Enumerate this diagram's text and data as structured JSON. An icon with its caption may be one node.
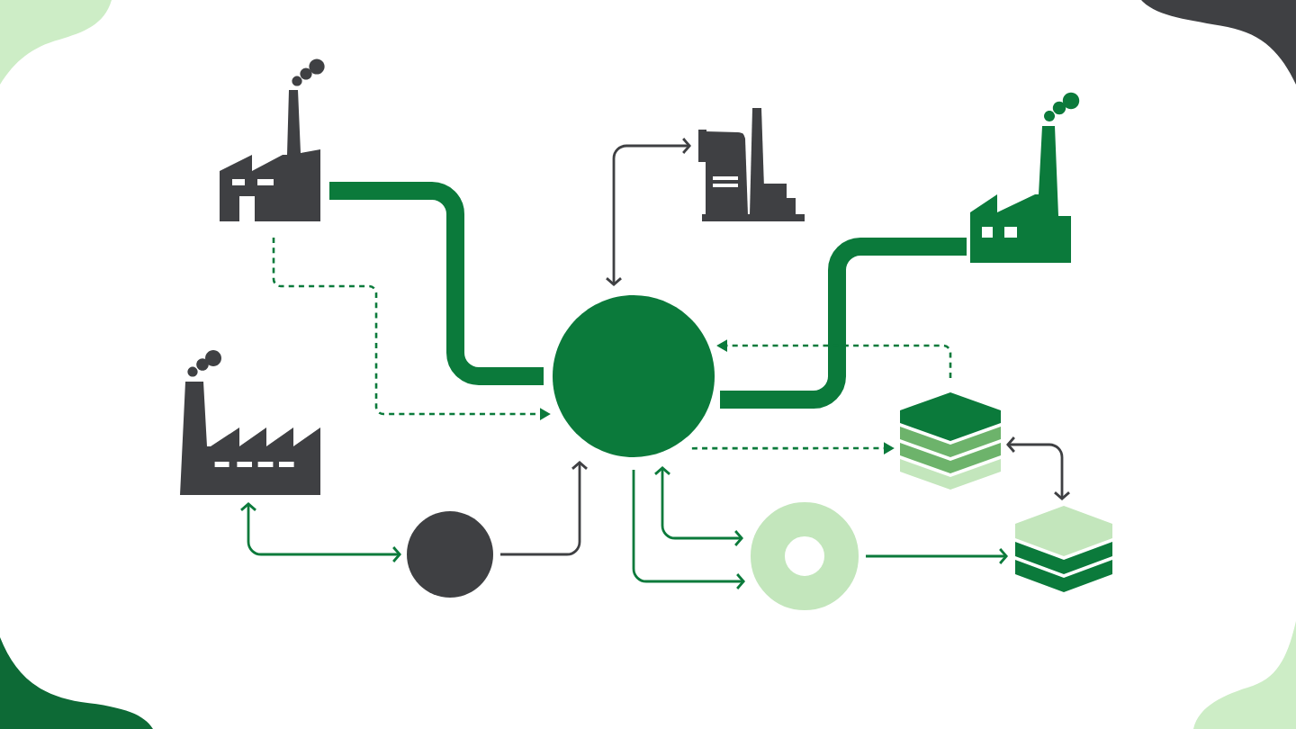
{
  "diagram": {
    "nodes": [
      {
        "text": [],
        "shape": "picture"
      },
      {
        "text": [],
        "shape": "picture"
      },
      {
        "text": [],
        "shape": "picture"
      },
      {
        "text": [],
        "shape": "picture"
      },
      {
        "text": [],
        "shape": "circle"
      },
      {
        "text": [],
        "shape": "picture"
      },
      {
        "text": [],
        "shape": "circle"
      },
      {
        "text": [],
        "shape": "ring"
      },
      {
        "text": [],
        "shape": "picture"
      }
    ],
    "edges": [
      {
        "from": 0,
        "to": 4,
        "arrow": "none",
        "style": "thick"
      },
      {
        "from": 0,
        "to": 4,
        "arrow": "to",
        "style": "dashed"
      },
      {
        "from": 1,
        "to": 4,
        "arrow": "both",
        "color": "#3f4043"
      },
      {
        "from": 2,
        "to": 4,
        "arrow": "none",
        "style": "thick"
      },
      {
        "from": 5,
        "to": 4,
        "arrow": "to",
        "style": "dashed"
      },
      {
        "from": 4,
        "to": 5,
        "arrow": "to",
        "style": "dashed"
      },
      {
        "from": 5,
        "to": 8,
        "arrow": "both",
        "color": "#3f4043"
      },
      {
        "from": 3,
        "to": 6,
        "arrow": "both"
      },
      {
        "from": 6,
        "to": 4,
        "arrow": "to",
        "color": "#3f4043"
      },
      {
        "from": 4,
        "to": 7,
        "arrow": "both"
      },
      {
        "from": 4,
        "to": 7,
        "arrow": "to"
      },
      {
        "from": 7,
        "to": 8,
        "arrow": "to"
      }
    ]
  }
}
